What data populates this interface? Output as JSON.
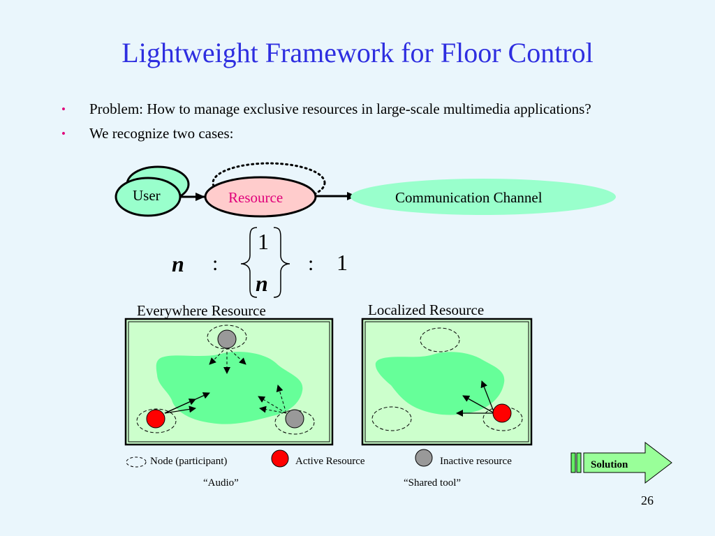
{
  "title": "Lightweight Framework for Floor Control",
  "bullets": [
    {
      "text": "Problem: How to manage exclusive resources in large-scale multimedia applications?"
    },
    {
      "text": "We recognize two cases:"
    }
  ],
  "bullet_glyph": "•",
  "flow": {
    "user": "User",
    "resource": "Resource",
    "channel": "Communication Channel"
  },
  "ratio": {
    "left": "n",
    "sep1": ":",
    "top": "1",
    "bottom": "n",
    "sep2": ":",
    "right": "1"
  },
  "panels": {
    "everywhere": {
      "title": "Everywhere Resource",
      "caption": "“Audio”"
    },
    "localized": {
      "title": "Localized Resource",
      "caption": "“Shared tool”"
    }
  },
  "legend": {
    "node": "Node (participant)",
    "active": "Active Resource",
    "inactive": "Inactive resource"
  },
  "solution_label": "Solution",
  "page_number": "26",
  "colors": {
    "title": "#2e2ee0",
    "bullet": "#e0007a",
    "panel_bg": "#ccffcc",
    "area": "#66ff99",
    "active": "#ff0000",
    "inactive": "#999999",
    "user_fill": "#99ffcc",
    "resource_fill": "#ffcccc",
    "resource_text": "#e0007a",
    "channel_fill": "#99ffcc"
  }
}
